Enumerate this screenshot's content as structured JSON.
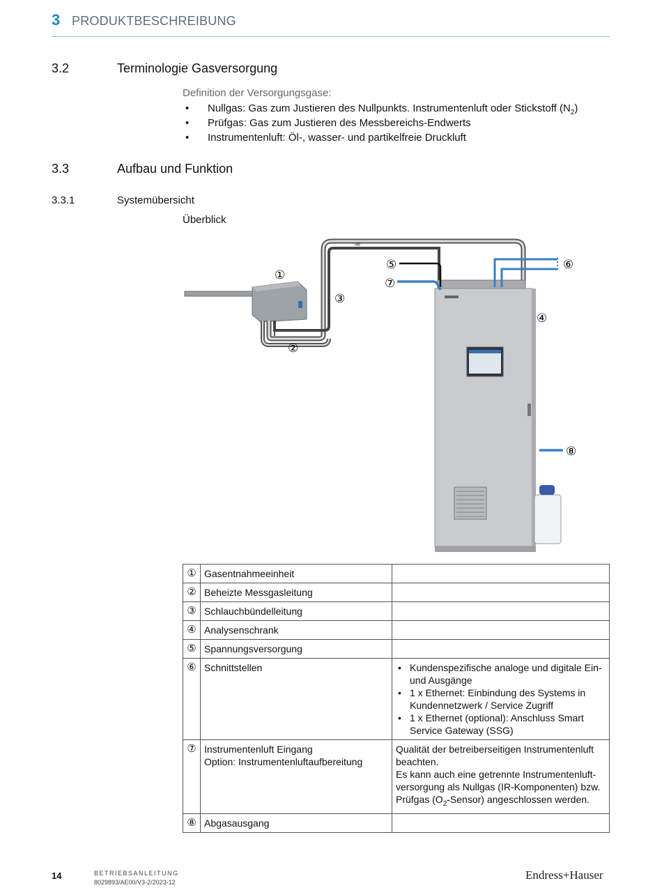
{
  "header": {
    "chapter_number": "3",
    "chapter_title": "PRODUKTBESCHREIBUNG"
  },
  "section_32": {
    "number": "3.2",
    "title": "Terminologie Gasversorgung",
    "lead": "Definition der Versorgungsgase:",
    "bullets": [
      {
        "text": "Nullgas: Gas zum Justieren des Nullpunkts. Instrumentenluft oder Stickstoff (N",
        "sub": "2",
        "tail": ")"
      },
      {
        "text": "Prüfgas: Gas zum Justieren des Messbereichs-Endwerts"
      },
      {
        "text": "Instrumentenluft: Öl-, wasser- und partikelfreie Druckluft"
      }
    ]
  },
  "section_33": {
    "number": "3.3",
    "title": "Aufbau und Funktion"
  },
  "section_331": {
    "number": "3.3.1",
    "title": "Systemübersicht",
    "caption": "Überblick"
  },
  "figure": {
    "callouts": [
      "①",
      "②",
      "③",
      "④",
      "⑤",
      "⑥",
      "⑦",
      "⑧"
    ],
    "colors": {
      "blue_line": "#3a7fc4",
      "cabinet": "#c9cccf",
      "tube": "#555555"
    }
  },
  "legend": [
    {
      "num": "①",
      "name": "Gasentnahmeeinheit"
    },
    {
      "num": "②",
      "name": "Beheizte Messgasleitung"
    },
    {
      "num": "③",
      "name": "Schlauchbündelleitung"
    },
    {
      "num": "④",
      "name": "Analysenschrank"
    },
    {
      "num": "⑤",
      "name": "Spannungsversorgung"
    },
    {
      "num": "⑥",
      "name": "Schnittstellen",
      "bullets": [
        "Kundenspezifische analoge und digitale Ein- und Ausgänge",
        "1 x Ethernet: Einbindung des Systems in Kundennetzwerk / Service Zugriff",
        "1 x Ethernet (optional): Anschluss Smart Service Gateway (SSG)"
      ]
    },
    {
      "num": "⑦",
      "name": "Instrumentenluft Eingang",
      "name2": "Option: Instrumentenluftaufbereitung",
      "desc1": "Qualität der betreiberseitigen Instrumentenluft beachten.",
      "desc2": "Es kann auch eine getrennte Instrumentenluft-versorgung als Nullgas (IR-Komponenten) bzw. Prüfgas (O",
      "desc2_sub": "2",
      "desc2_tail": "-Sensor) angeschlossen werden."
    },
    {
      "num": "⑧",
      "name": "Abgasausgang"
    }
  ],
  "footer": {
    "page": "14",
    "doc_type": "BETRIEBSANLEITUNG",
    "doc_id": "8029893/AE00/V3-2/2023-12",
    "brand": "Endress+Hauser"
  }
}
